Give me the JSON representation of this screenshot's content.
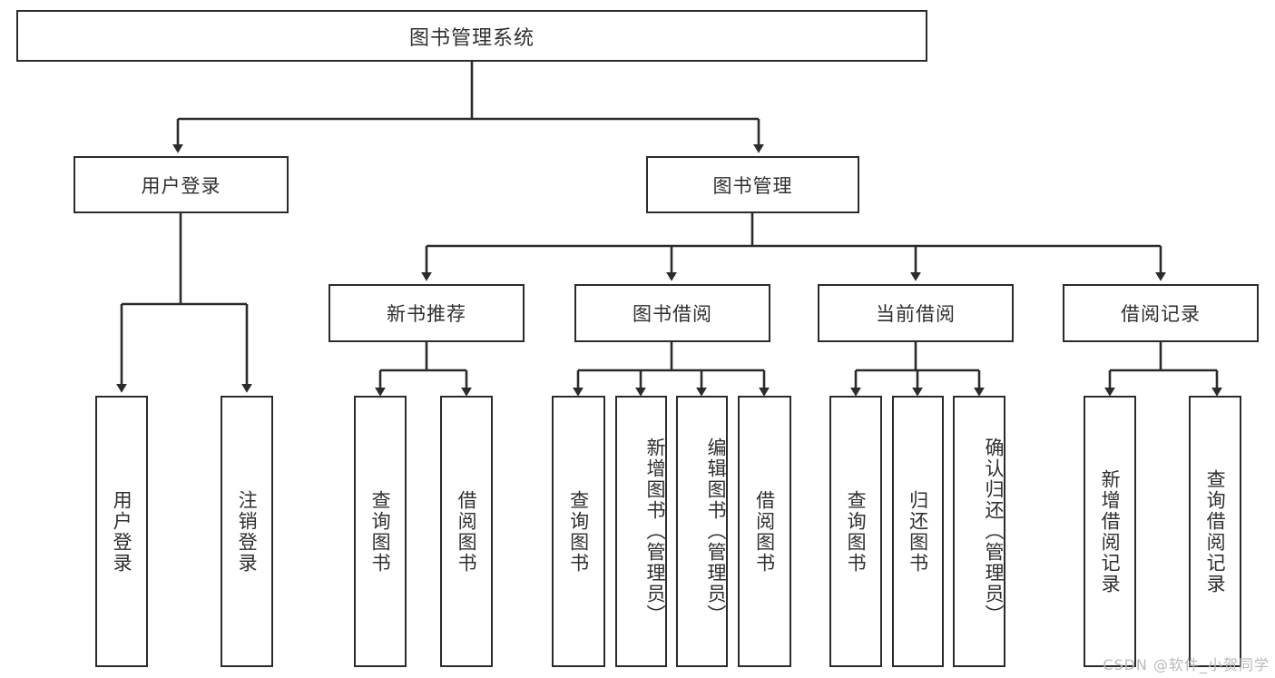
{
  "diagram": {
    "title": "图书管理系统",
    "type": "tree",
    "root": {
      "label": "图书管理系统"
    },
    "level2": [
      {
        "label": "用户登录"
      },
      {
        "label": "图书管理"
      }
    ],
    "level3": [
      {
        "label": "新书推荐",
        "parent": "图书管理"
      },
      {
        "label": "图书借阅",
        "parent": "图书管理"
      },
      {
        "label": "当前借阅",
        "parent": "图书管理"
      },
      {
        "label": "借阅记录",
        "parent": "图书管理"
      }
    ],
    "leaves": {
      "user_login": [
        {
          "label": "用户登录"
        },
        {
          "label": "注销登录"
        }
      ],
      "new_book_recommend": [
        {
          "label": "查询图书"
        },
        {
          "label": "借阅图书"
        }
      ],
      "book_borrow": [
        {
          "label": "查询图书"
        },
        {
          "label": "新增图书（管理员）"
        },
        {
          "label": "编辑图书（管理员）"
        },
        {
          "label": "借阅图书"
        }
      ],
      "current_borrow": [
        {
          "label": "查询图书"
        },
        {
          "label": "归还图书"
        },
        {
          "label": "确认归还（管理员）"
        }
      ],
      "borrow_record": [
        {
          "label": "新增借阅记录"
        },
        {
          "label": "查询借阅记录"
        }
      ]
    }
  },
  "watermark": {
    "text": "CSDN @软件_小贺同学"
  },
  "colors": {
    "stroke": "#2b2b2b",
    "background": "#ffffff",
    "text": "#2f2f2f",
    "watermark": "#b9b9b9"
  }
}
